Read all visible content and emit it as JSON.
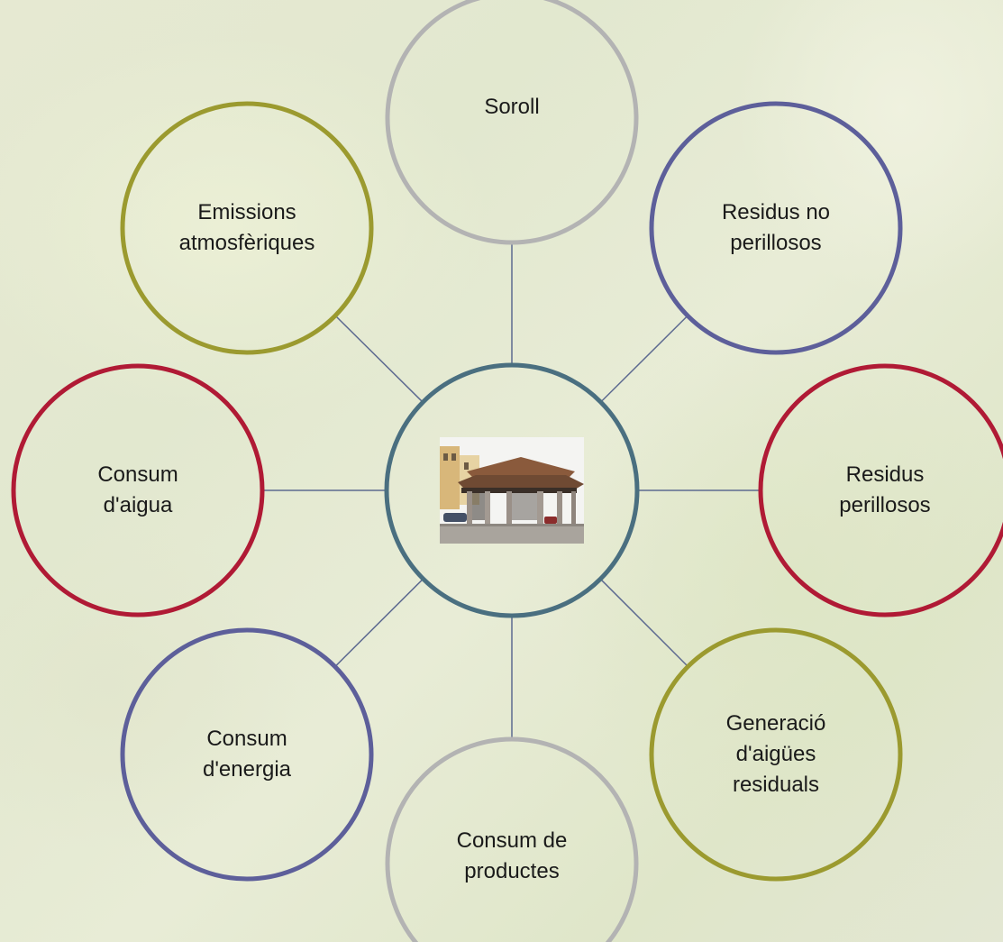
{
  "center": {
    "icon": "market-hall-photo",
    "color": "#4a6f80"
  },
  "nodes": [
    {
      "id": "soroll",
      "label": "Soroll",
      "color": "#b3b3b3"
    },
    {
      "id": "residus-no-perillosos",
      "label": "Residus no perillosos",
      "color": "#5d5f9a"
    },
    {
      "id": "residus-perillosos",
      "label": "Residus perillosos",
      "color": "#b01a35"
    },
    {
      "id": "generacio-aigues-residuals",
      "label": "Generació d'aigües residuals",
      "color": "#9b9a2f"
    },
    {
      "id": "consum-de-productes",
      "label": "Consum de productes",
      "color": "#b3b3b3"
    },
    {
      "id": "consum-energia",
      "label": "Consum d'energia",
      "color": "#5d5f9a"
    },
    {
      "id": "consum-aigua",
      "label": "Consum d'aigua",
      "color": "#b01a35"
    },
    {
      "id": "emissions-atmosferiques",
      "label": "Emissions atmosfèriques",
      "color": "#9b9a2f"
    }
  ],
  "connector_color": "#5d6a90"
}
